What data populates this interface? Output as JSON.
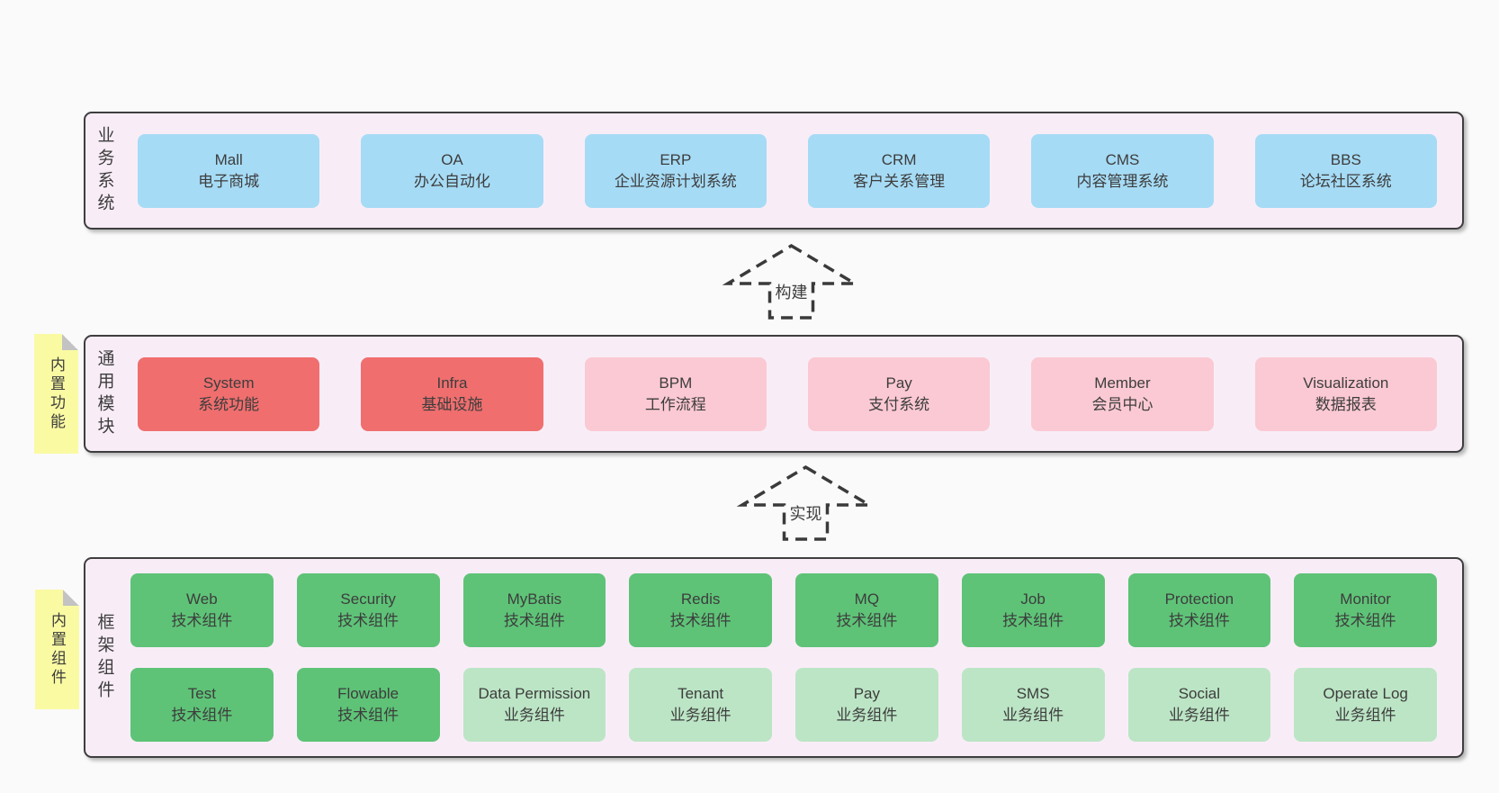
{
  "colors": {
    "page_bg": "#fafafa",
    "layer_bg": "#f8edf7",
    "layer_border": "#3e3e3e",
    "text": "#3d3d3d",
    "blue": "#a6dbf5",
    "red": "#f06e6e",
    "pink": "#fbc9d3",
    "green_dark": "#5ec377",
    "green_light": "#bce5c5",
    "yellow": "#fafaa3",
    "note_fold": "#c3c3c3",
    "arrow_stroke": "#3a3a3a"
  },
  "layers": [
    {
      "label": "业务系统",
      "note": null,
      "rows": [
        [
          {
            "en": "Mall",
            "zh": "电子商城",
            "color": "blue"
          },
          {
            "en": "OA",
            "zh": "办公自动化",
            "color": "blue"
          },
          {
            "en": "ERP",
            "zh": "企业资源计划系统",
            "color": "blue"
          },
          {
            "en": "CRM",
            "zh": "客户关系管理",
            "color": "blue"
          },
          {
            "en": "CMS",
            "zh": "内容管理系统",
            "color": "blue"
          },
          {
            "en": "BBS",
            "zh": "论坛社区系统",
            "color": "blue"
          }
        ]
      ]
    },
    {
      "label": "通用模块",
      "note": "内置功能",
      "rows": [
        [
          {
            "en": "System",
            "zh": "系统功能",
            "color": "red"
          },
          {
            "en": "Infra",
            "zh": "基础设施",
            "color": "red"
          },
          {
            "en": "BPM",
            "zh": "工作流程",
            "color": "pink"
          },
          {
            "en": "Pay",
            "zh": "支付系统",
            "color": "pink"
          },
          {
            "en": "Member",
            "zh": "会员中心",
            "color": "pink"
          },
          {
            "en": "Visualization",
            "zh": "数据报表",
            "color": "pink"
          }
        ]
      ]
    },
    {
      "label": "框架组件",
      "note": "内置组件",
      "rows": [
        [
          {
            "en": "Web",
            "zh": "技术组件",
            "color": "green_dark"
          },
          {
            "en": "Security",
            "zh": "技术组件",
            "color": "green_dark"
          },
          {
            "en": "MyBatis",
            "zh": "技术组件",
            "color": "green_dark"
          },
          {
            "en": "Redis",
            "zh": "技术组件",
            "color": "green_dark"
          },
          {
            "en": "MQ",
            "zh": "技术组件",
            "color": "green_dark"
          },
          {
            "en": "Job",
            "zh": "技术组件",
            "color": "green_dark"
          },
          {
            "en": "Protection",
            "zh": "技术组件",
            "color": "green_dark"
          },
          {
            "en": "Monitor",
            "zh": "技术组件",
            "color": "green_dark"
          }
        ],
        [
          {
            "en": "Test",
            "zh": "技术组件",
            "color": "green_dark"
          },
          {
            "en": "Flowable",
            "zh": "技术组件",
            "color": "green_dark"
          },
          {
            "en": "Data Permission",
            "zh": "业务组件",
            "color": "green_light"
          },
          {
            "en": "Tenant",
            "zh": "业务组件",
            "color": "green_light"
          },
          {
            "en": "Pay",
            "zh": "业务组件",
            "color": "green_light"
          },
          {
            "en": "SMS",
            "zh": "业务组件",
            "color": "green_light"
          },
          {
            "en": "Social",
            "zh": "业务组件",
            "color": "green_light"
          },
          {
            "en": "Operate Log",
            "zh": "业务组件",
            "color": "green_light"
          }
        ]
      ]
    }
  ],
  "arrows": [
    {
      "label": "构建"
    },
    {
      "label": "实现"
    }
  ]
}
